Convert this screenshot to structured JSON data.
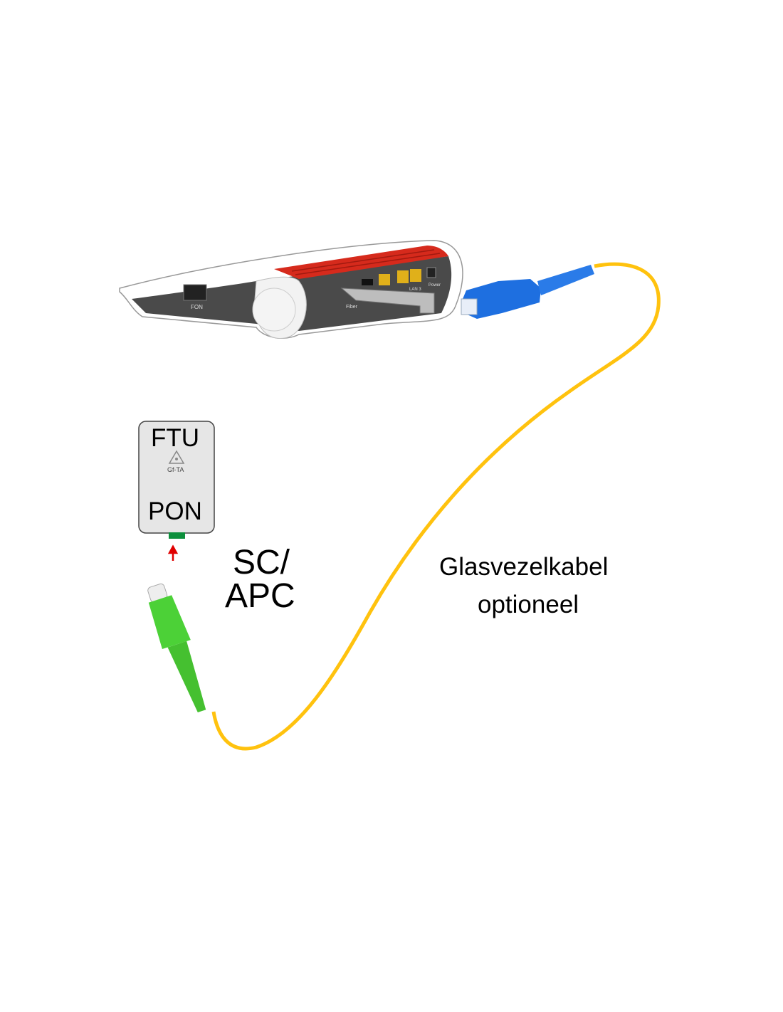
{
  "router": {
    "port_fon": "FON",
    "port_fiber": "Fiber",
    "port_lan": "LAN 3",
    "port_power": "Power"
  },
  "ftu": {
    "title": "FTU",
    "sublabel": "Gf-TA",
    "port": "PON"
  },
  "connector_label": {
    "line1": "SC/",
    "line2": "APC"
  },
  "cable_label": {
    "line1": "Glasvezelkabel",
    "line2": "optioneel"
  },
  "colors": {
    "cable": "#ffc20e",
    "sc_apc": "#4cd137",
    "sc_upc": "#1e6fe0",
    "router_red": "#d62a1c",
    "pon_port": "#0d8f3c",
    "arrow": "#e00000"
  }
}
